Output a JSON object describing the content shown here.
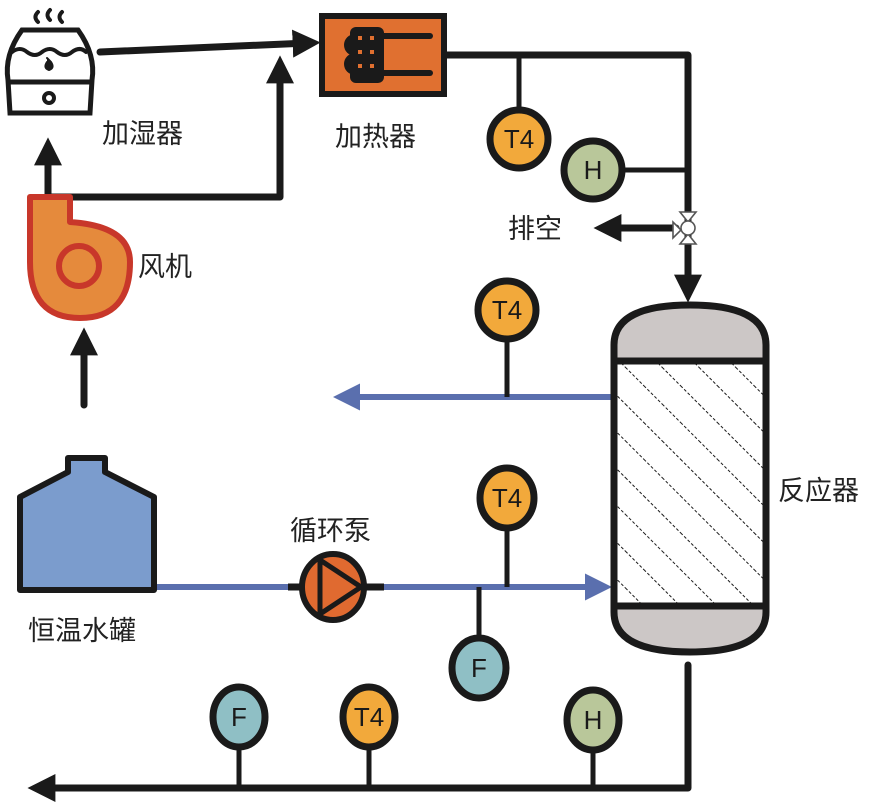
{
  "title": "Reactor humidified-air and water-jacket process flow",
  "colors": {
    "pipe": "#1a1a1a",
    "water_line": "#5a6fae",
    "heater_fill": "#e07030",
    "fan_fill": "#e58a3c",
    "fan_outline": "#c8372a",
    "pump_fill": "#e06a30",
    "tank_fill": "#7b9ccd",
    "reactor_cap": "#ccc7c6",
    "gauge_T": "#f2a93b",
    "gauge_H": "#b9c79a",
    "gauge_F": "#8fbfc5"
  },
  "components": {
    "humidifier": {
      "label": "加湿器",
      "icon": "humidifier-icon"
    },
    "heater": {
      "label": "加热器",
      "icon": "heater-icon"
    },
    "fan": {
      "label": "风机",
      "icon": "blower-fan-icon"
    },
    "vent": {
      "label": "排空",
      "icon": "three-way-valve-icon"
    },
    "reactor": {
      "label": "反应器",
      "icon": "packed-column-icon"
    },
    "pump": {
      "label": "循环泵",
      "icon": "pump-icon"
    },
    "tank": {
      "label": "恒温水罐",
      "icon": "tank-icon"
    }
  },
  "instruments": {
    "t_after_heater": "T4",
    "h_after_heater": "H",
    "t_water_out": "T4",
    "t_water_in": "T4",
    "f_water_in": "F",
    "f_outlet": "F",
    "t_outlet": "T4",
    "h_outlet": "H"
  }
}
